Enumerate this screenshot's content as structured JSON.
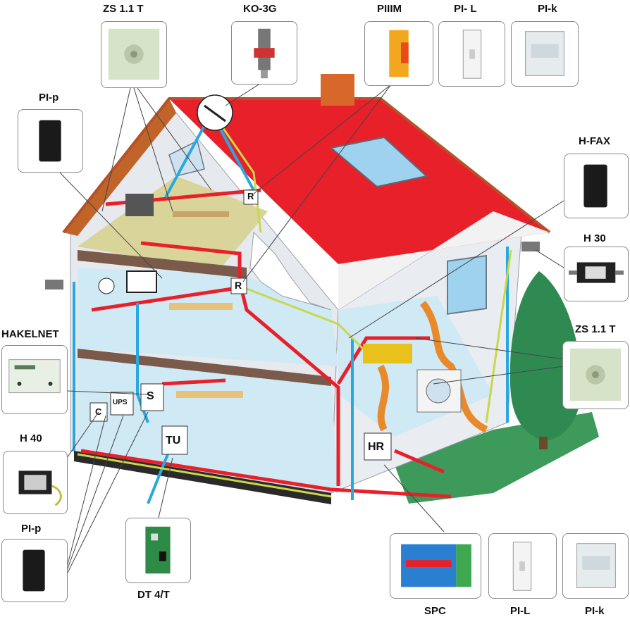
{
  "products": {
    "zs_top": "ZS 1.1 T",
    "ko3g": "KO-3G",
    "piiim": "PIIIM",
    "pil_top": "PI- L",
    "pik_top": "PI-k",
    "pip_top": "PI-p",
    "hfax": "H-FAX",
    "h30": "H 30",
    "zs_right": "ZS 1.1 T",
    "hakelnet": "HAKELNET",
    "h40": "H 40",
    "pip_bottom": "PI-p",
    "dt4t": "DT 4/T",
    "spc": "SPC",
    "pil_bottom": "PI-L",
    "pik_bottom": "PI-k"
  },
  "devices": {
    "r_top": "R",
    "r_mid": "R",
    "s": "S",
    "ups": "UPS",
    "c": "C",
    "tu": "TU",
    "hr": "HR"
  },
  "colors": {
    "roof": "#e8202a",
    "roof_edge": "#c0642a",
    "wall": "#e6e9ee",
    "floor": "#cfe9f5",
    "power_line": "#e8202a",
    "data_line": "#29a8e0",
    "signal_line": "#c8d84a",
    "grass": "#3e9a5a",
    "tree": "#2f8a52",
    "chimney": "#d8672a"
  }
}
